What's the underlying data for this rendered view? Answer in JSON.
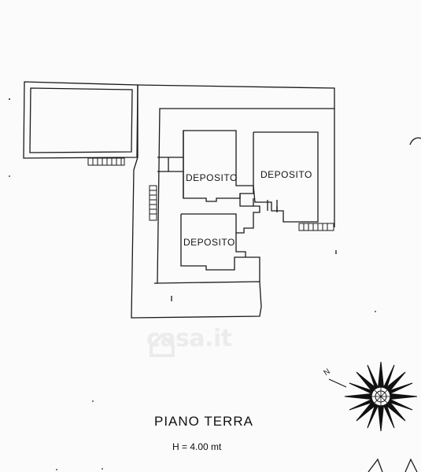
{
  "plan": {
    "rooms": [
      {
        "id": "room-1",
        "label": "DEPOSITO"
      },
      {
        "id": "room-2",
        "label": "DEPOSITO"
      },
      {
        "id": "room-3",
        "label": "DEPOSITO"
      }
    ],
    "title": "PIANO TERRA",
    "height_note": "H = 4.00 mt",
    "compass_label": "N"
  },
  "watermark": {
    "text": "casa.it",
    "icon": "house-icon"
  },
  "colors": {
    "ink": "#1a1a1a",
    "paper": "#fbfbfb",
    "watermark": "#ececec"
  }
}
